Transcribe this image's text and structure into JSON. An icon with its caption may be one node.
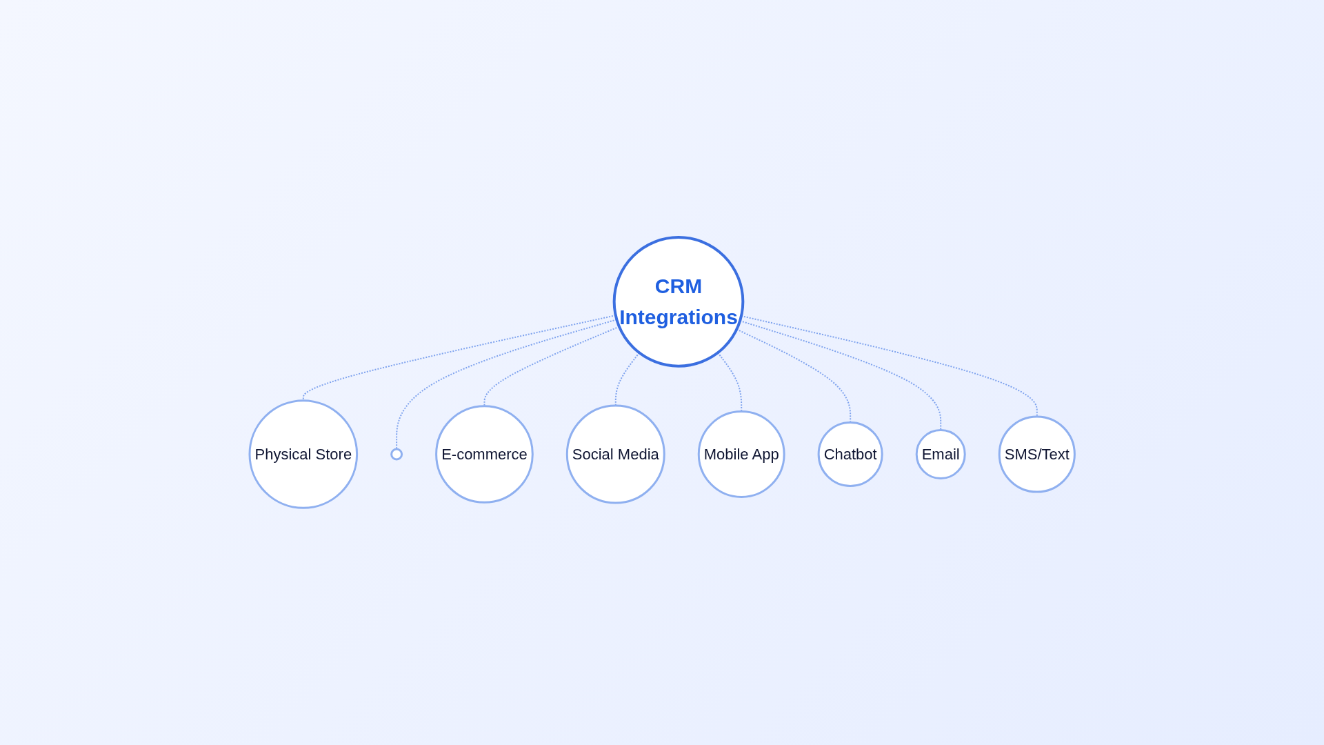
{
  "diagram": {
    "nodes": [
      {
        "text": [
          "CRM",
          "Integrations"
        ]
      },
      {
        "text": [
          "Physical Store"
        ]
      },
      {
        "text": [],
        "shape": "circle"
      },
      {
        "text": [
          "E-commerce"
        ]
      },
      {
        "text": [
          "Social Media"
        ]
      },
      {
        "text": [
          "Mobile App"
        ]
      },
      {
        "text": [
          "Chatbot"
        ]
      },
      {
        "text": [
          "Email"
        ]
      },
      {
        "text": [
          "SMS/Text"
        ]
      }
    ],
    "edges": [
      {
        "from": 0,
        "to": 1,
        "arrow": "none",
        "style": "dashed"
      },
      {
        "from": 0,
        "to": 2,
        "arrow": "none",
        "style": "dashed"
      },
      {
        "from": 0,
        "to": 3,
        "arrow": "none",
        "style": "dashed"
      },
      {
        "from": 0,
        "to": 4,
        "arrow": "none",
        "style": "dashed"
      },
      {
        "from": 0,
        "to": 5,
        "arrow": "none",
        "style": "dashed"
      },
      {
        "from": 0,
        "to": 6,
        "arrow": "none",
        "style": "dashed"
      },
      {
        "from": 0,
        "to": 7,
        "arrow": "none",
        "style": "dashed"
      },
      {
        "from": 0,
        "to": 8,
        "arrow": "none",
        "style": "dashed"
      }
    ]
  }
}
